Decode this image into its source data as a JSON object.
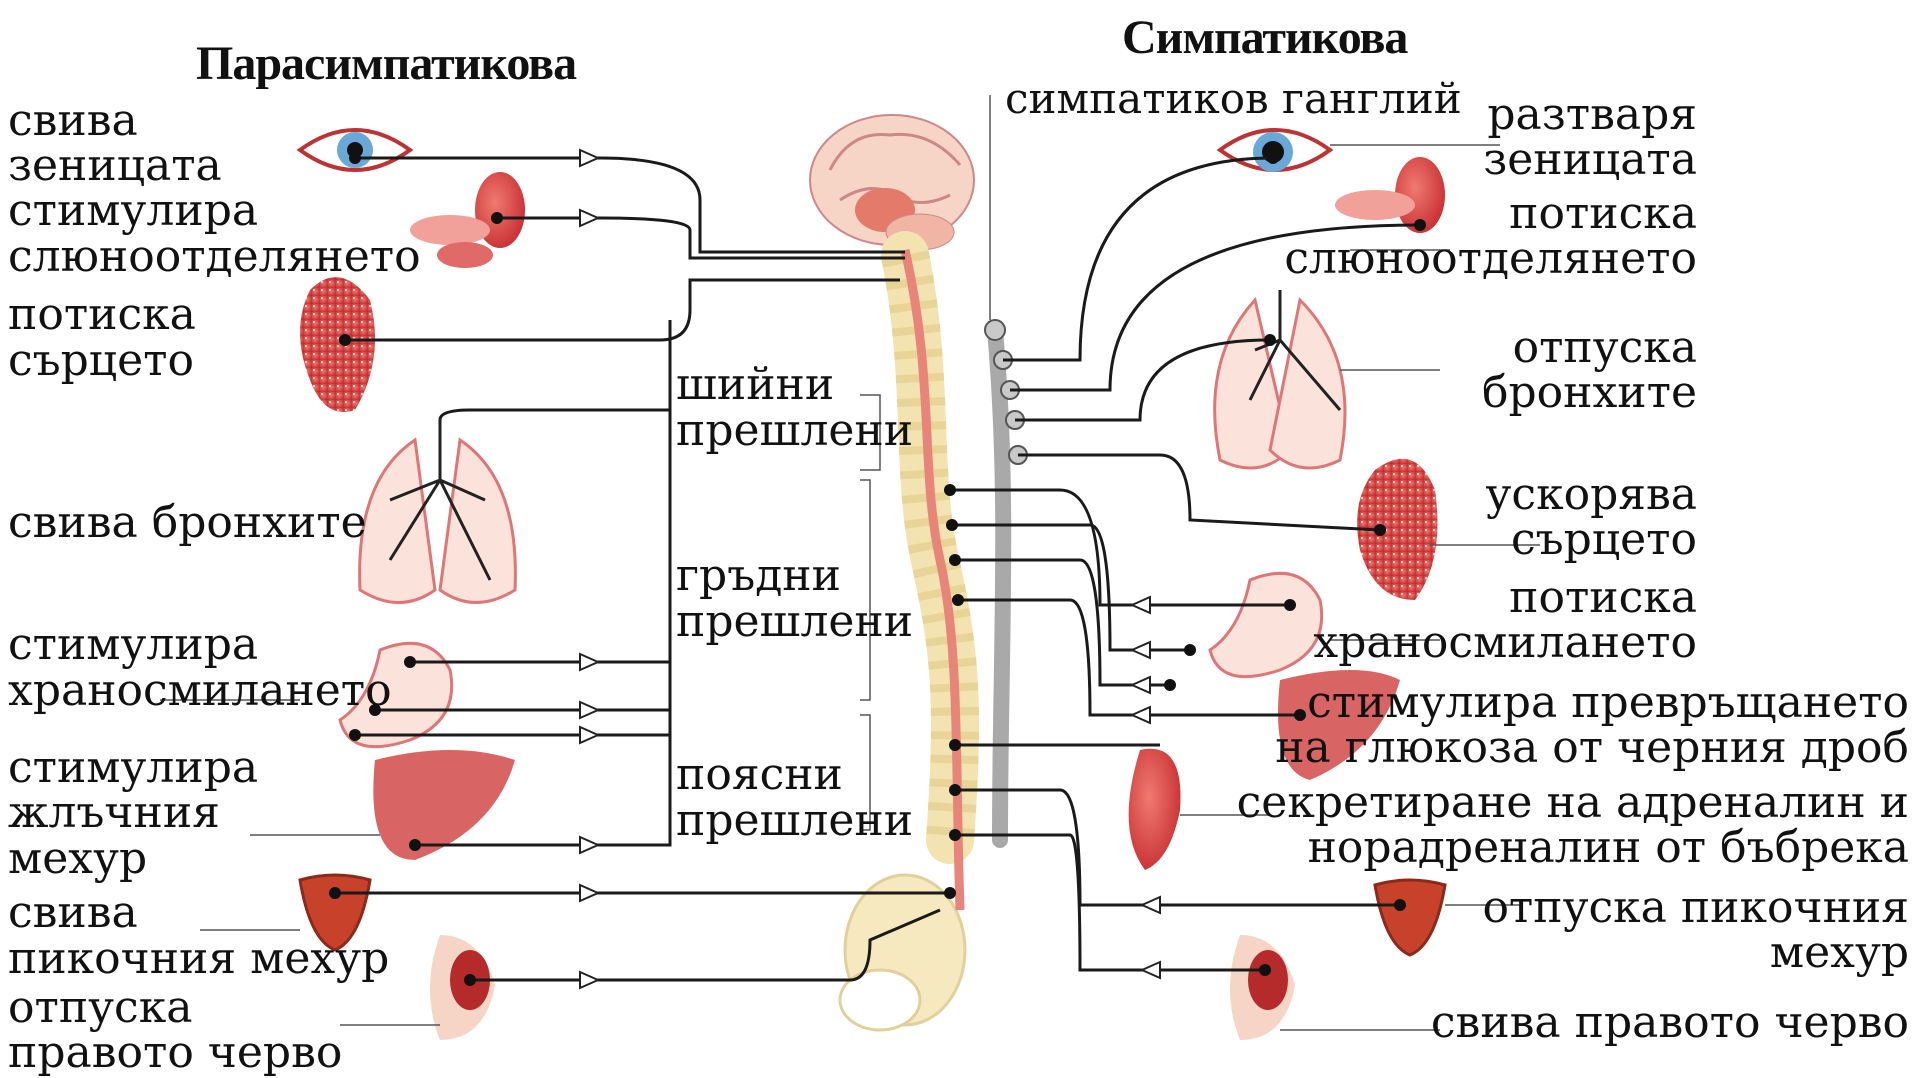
{
  "titles": {
    "parasympathetic": "Парасимпатикова",
    "sympathetic": "Симпатикова"
  },
  "sympathetic_ganglion": "симпатиков ганглий",
  "vertebrae": {
    "cervical": [
      "шийни",
      "прешлени"
    ],
    "thoracic": [
      "гръдни",
      "прешлени"
    ],
    "lumbar": [
      "поясни",
      "прешлени"
    ]
  },
  "left_labels": [
    {
      "id": "pupil",
      "lines": [
        "свива",
        "зеницата"
      ]
    },
    {
      "id": "saliva",
      "lines": [
        "стимулира",
        "слюноотделянето"
      ]
    },
    {
      "id": "heart",
      "lines": [
        "потиска",
        "сърцето"
      ]
    },
    {
      "id": "bronchi",
      "lines": [
        "свива бронхите"
      ]
    },
    {
      "id": "digestion",
      "lines": [
        "стимулира",
        "храносмилането"
      ]
    },
    {
      "id": "gallbladder",
      "lines": [
        "стимулира",
        "жлъчния",
        "мехур"
      ]
    },
    {
      "id": "bladder",
      "lines": [
        "свива",
        "пикочния мехур"
      ]
    },
    {
      "id": "rectum",
      "lines": [
        "отпуска",
        "правото черво"
      ]
    }
  ],
  "right_labels": [
    {
      "id": "pupil",
      "lines": [
        "разтваря",
        "зеницата"
      ]
    },
    {
      "id": "saliva",
      "lines": [
        "потиска",
        "слюноотделянето"
      ]
    },
    {
      "id": "bronchi",
      "lines": [
        "отпуска",
        "бронхите"
      ]
    },
    {
      "id": "heart",
      "lines": [
        "ускорява",
        "сърцето"
      ]
    },
    {
      "id": "digestion",
      "lines": [
        "потиска",
        "храносмилането"
      ]
    },
    {
      "id": "liver",
      "lines": [
        "стимулира превръщането",
        "на глюкоза от черния дроб"
      ]
    },
    {
      "id": "adrenal",
      "lines": [
        "секретиране на адреналин и",
        "норадреналин от бъбрека"
      ]
    },
    {
      "id": "bladder",
      "lines": [
        "отпуска пикочния",
        "мехур"
      ]
    },
    {
      "id": "rectum",
      "lines": [
        "свива правото черво"
      ]
    }
  ],
  "colors": {
    "organ_red": "#d9353a",
    "organ_light": "#f5c9b8",
    "spine": "#f3e3b0",
    "spinal_cord": "#e8857a",
    "ganglion_chain": "#a9a9a9",
    "nerve": "#1a1a1a"
  }
}
